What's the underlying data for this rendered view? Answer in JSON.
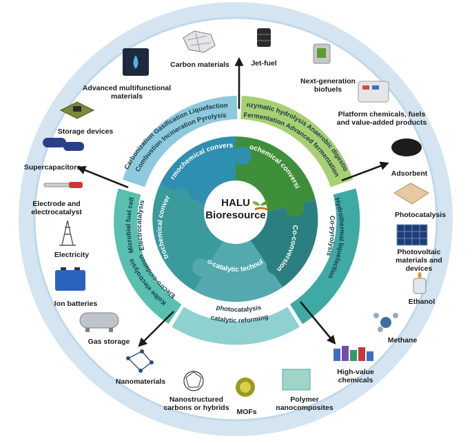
{
  "center": {
    "title": "HALU\nBioresource"
  },
  "puzzle": {
    "thermochemical": "Thermochemical conversion",
    "biochemical": "Biochemical conversion",
    "coconversion": "Co-conversion",
    "nanocatalytic": "Nano-catalytic technologie",
    "electrochemical": "Electrochemical conversion"
  },
  "ring_methods": {
    "thermo_1": "Carbonization Gasification Liquefaction",
    "thermo_2": "Combustion Incineration Pyrolysis",
    "bio_1": "Enzymatic hydrolysis Anaerobic digestion",
    "bio_2": "Fermentation Advanced fermentation",
    "co_1": "Hydrothermal liquefaction",
    "co_2": "Co-pyrolysis",
    "nano_1": "catalytic reforming",
    "nano_2": "photocatalysis",
    "electro_1": "Microbial fuel cell",
    "electro_2": "Electrocatalysis",
    "electro_3": "Kolbe electrolysis",
    "electro_4": "Electro-oxidation"
  },
  "products": {
    "carbon_materials": "Carbon materials",
    "jet_fuel": "Jet-fuel",
    "next_gen_biofuels": "Next-generation\nbiofuels",
    "platform_chemicals": "Platform chemicals, fuels\nand value-added products",
    "adsorbent": "Adsorbent",
    "photocatalysis": "Photocatalysis",
    "photovoltaic": "Photovoltaic\nmaterials and devices",
    "ethanol": "Ethanol",
    "methane": "Methane",
    "high_value_chemicals": "High-value\nchemicals",
    "polymer_nanocomposites": "Polymer\nnanocomposites",
    "mofs": "MOFs",
    "nanostructured": "Nanostructured\ncarbons or hybrids",
    "nanomaterials": "Nanomaterials",
    "gas_storage": "Gas storage",
    "ion_batteries": "Ion batteries",
    "electricity": "Electricity",
    "electrode": "Electrode and\nelectrocatalyst",
    "supercapacitors": "Supercapacitors",
    "storage_devices": "Storage devices",
    "advanced_materials": "Advanced multifunctional\nmaterials"
  },
  "colors": {
    "outer_ring": "#c5dcec",
    "outer_ring_edge": "#d9e8f3",
    "thermo_band": "#8ec9dc",
    "bio_band": "#a9cf73",
    "co_band": "#3fa9a4",
    "nano_band": "#8fd1cf",
    "electro_band": "#59bfae",
    "thermo_piece": "#2e8fb0",
    "bio_piece": "#3f8e3a",
    "co_piece": "#2c7f80",
    "nano_piece": "#53a9ad",
    "electro_piece": "#3a9a9c"
  }
}
